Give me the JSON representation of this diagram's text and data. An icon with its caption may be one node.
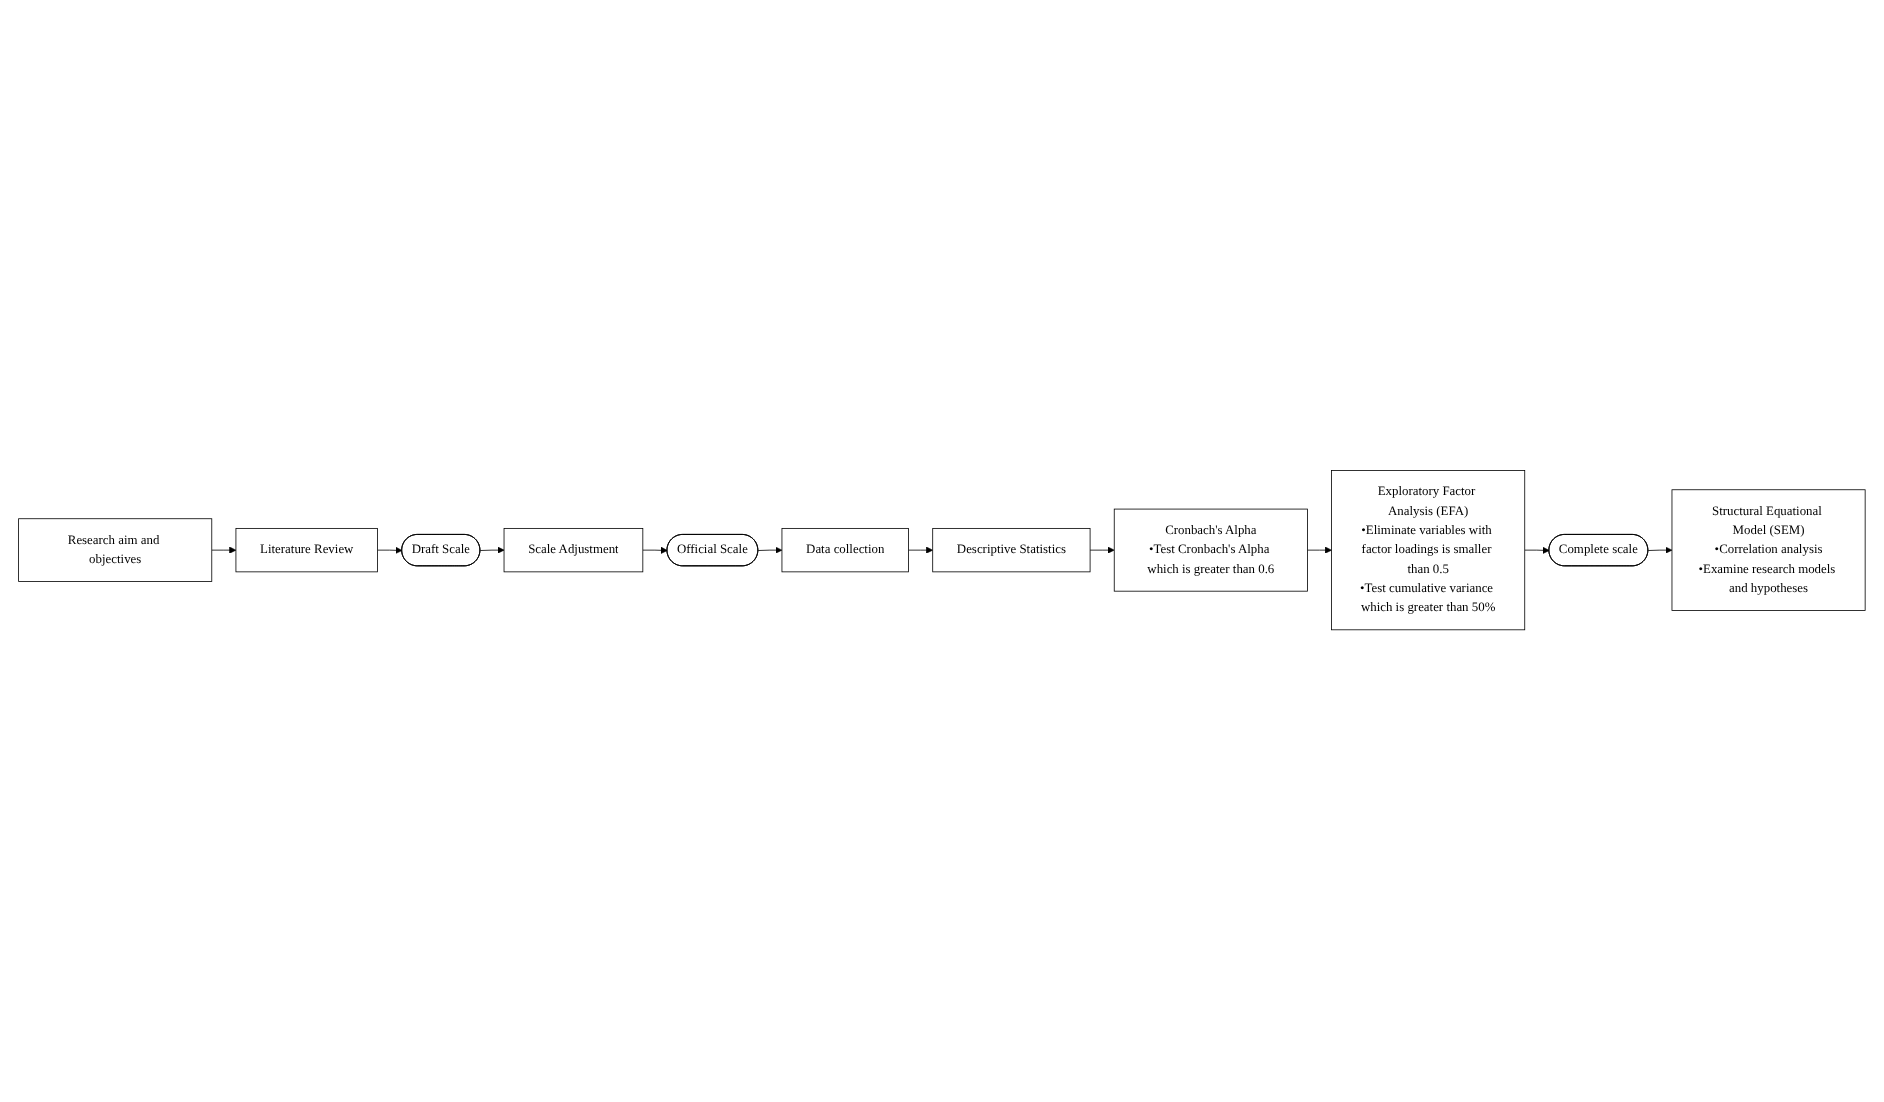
{
  "diagram": {
    "nodes": [
      {
        "text": [
          "Research aim and objectives"
        ]
      },
      {
        "text": [
          "Literature Review"
        ]
      },
      {
        "text": [
          "Draft Scale"
        ]
      },
      {
        "text": [
          "Scale Adjustment"
        ]
      },
      {
        "text": [
          "Official Scale"
        ]
      },
      {
        "text": [
          "Data collection"
        ]
      },
      {
        "text": [
          "Descriptive Statistics"
        ]
      },
      {
        "text": [
          "Cronbach's Alpha",
          "•Test Cronbach's Alpha which is greater than 0.6"
        ]
      },
      {
        "text": [
          "Exploratory Factor Analysis (EFA)",
          "•Eliminate variables with factor loadings is smaller than 0.5",
          "•Test cumulative variance which is greater than 50%"
        ]
      },
      {
        "text": [
          "Complete scale"
        ]
      },
      {
        "text": [
          "Structural Equational Model (SEM)",
          "•Correlation analysis",
          "•Examine research models and hypotheses"
        ]
      }
    ],
    "edges": [
      {
        "from": 0,
        "to": 1,
        "arrow": "to"
      },
      {
        "from": 1,
        "to": 2,
        "arrow": "to"
      },
      {
        "from": 2,
        "to": 3,
        "arrow": "to"
      },
      {
        "from": 3,
        "to": 4,
        "arrow": "to"
      },
      {
        "from": 4,
        "to": 5,
        "arrow": "to"
      },
      {
        "from": 5,
        "to": 6,
        "arrow": "to"
      },
      {
        "from": 6,
        "to": 7,
        "arrow": "to"
      },
      {
        "from": 7,
        "to": 8,
        "arrow": "to"
      },
      {
        "from": 8,
        "to": 9,
        "arrow": "to"
      },
      {
        "from": 9,
        "to": 10,
        "arrow": "to"
      }
    ]
  }
}
